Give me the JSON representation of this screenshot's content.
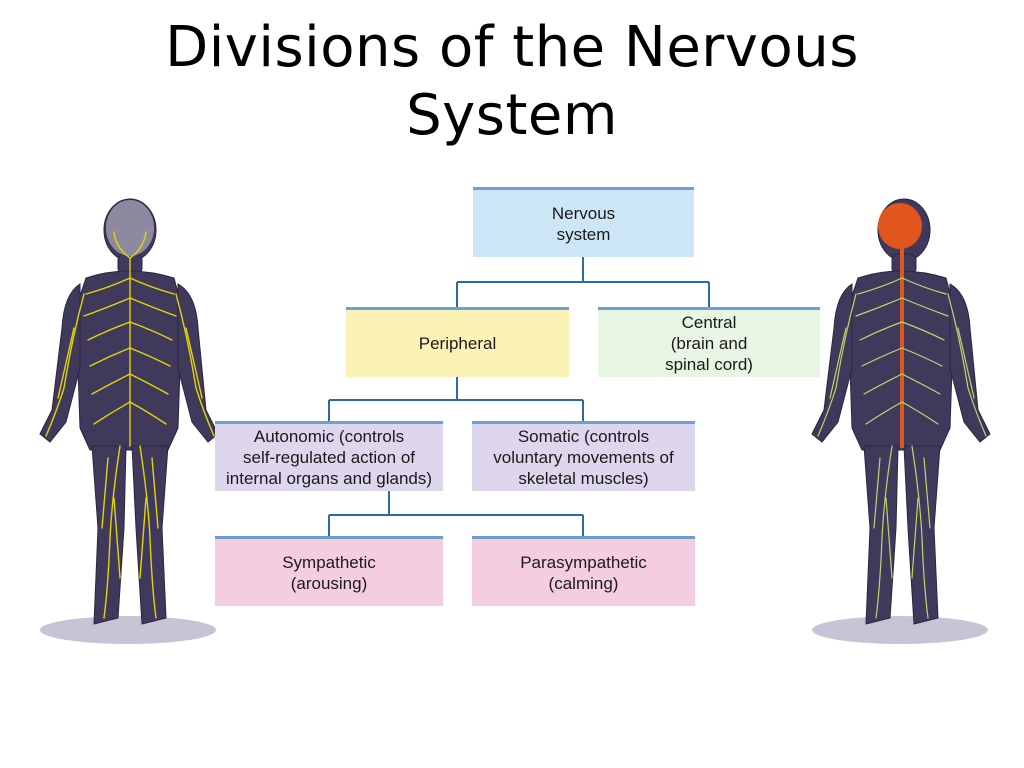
{
  "title": {
    "line1": "Divisions of the Nervous",
    "line2": "System"
  },
  "diagram": {
    "nervous_system": "Nervous\nsystem",
    "peripheral": "Peripheral",
    "central": "Central\n(brain and\nspinal cord)",
    "autonomic": "Autonomic (controls\nself-regulated action of\ninternal organs and glands)",
    "somatic": "Somatic (controls\nvoluntary movements of\nskeletal muscles)",
    "sympathetic": "Sympathetic\n(arousing)",
    "parasympathetic": "Parasympathetic\n(calming)"
  },
  "colors": {
    "nervous_box": "#cde6f6",
    "peripheral_box": "#fbf2b6",
    "central_box": "#e8f5e3",
    "autonomic_somatic_box": "#ddd6ec",
    "sympathetic_parasympathetic_box": "#f5cde0",
    "connector": "#2f6aa8",
    "left_figure_nerves": "#e6d400",
    "right_figure_brain_spine": "#e0561c",
    "right_figure_nerves": "#b9d96a"
  },
  "figures": {
    "left": "human-nervous-system-peripheral-highlighted",
    "right": "human-nervous-system-central-highlighted"
  }
}
